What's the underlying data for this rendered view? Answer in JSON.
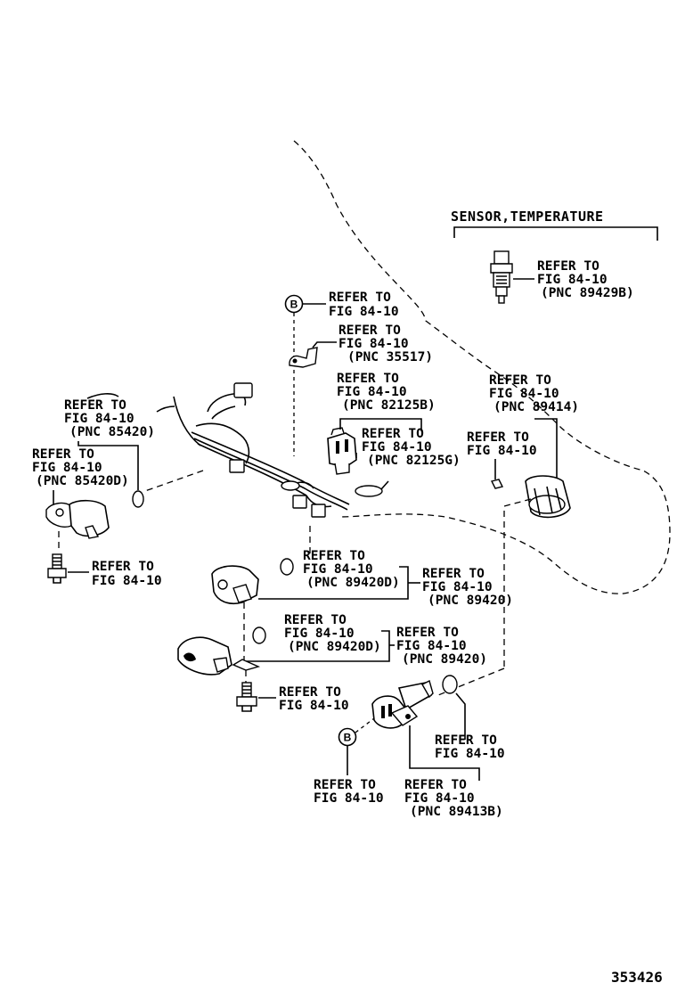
{
  "header": {
    "title": "SENSOR,TEMPERATURE"
  },
  "callouts": {
    "top_right": [
      "REFER TO",
      "FIG 84-10",
      "(PNC 89429B)"
    ],
    "b_top": [
      "REFER TO",
      "FIG 84-10"
    ],
    "bracket": [
      "REFER TO",
      "FIG 84-10",
      "(PNC 35517)"
    ],
    "sensor_mid": [
      "REFER TO",
      "FIG 84-10",
      "(PNC 82125B)"
    ],
    "ring_mid": [
      "REFER TO",
      "FIG 84-10",
      "(PNC 82125G)"
    ],
    "right_sensor": [
      "REFER TO",
      "FIG 84-10",
      "(PNC 89414)"
    ],
    "right_clip": [
      "REFER TO",
      "FIG 84-10"
    ],
    "left_top": [
      "REFER TO",
      "FIG 84-10",
      "(PNC 85420)"
    ],
    "left_ring": [
      "REFER TO",
      "FIG 84-10",
      "(PNC 85420D)"
    ],
    "left_bolt": [
      "REFER TO",
      "FIG 84-10"
    ],
    "mid_ring1": [
      "REFER TO",
      "FIG 84-10",
      "(PNC 89420D)"
    ],
    "mid_sensor1": [
      "REFER TO",
      "FIG 84-10",
      "(PNC 89420)"
    ],
    "mid_ring2": [
      "REFER TO",
      "FIG 84-10",
      "(PNC 89420D)"
    ],
    "mid_sensor2": [
      "REFER TO",
      "FIG 84-10",
      "(PNC 89420)"
    ],
    "lower_bolt": [
      "REFER TO",
      "FIG 84-10"
    ],
    "lower_ring": [
      "REFER TO",
      "FIG 84-10"
    ],
    "b_bottom": [
      "REFER TO",
      "FIG 84-10"
    ],
    "bottom_sensor": [
      "REFER TO",
      "FIG 84-10",
      "(PNC 89413B)"
    ]
  },
  "markers": {
    "b": "B"
  },
  "footer": {
    "ref_number": "353426"
  }
}
